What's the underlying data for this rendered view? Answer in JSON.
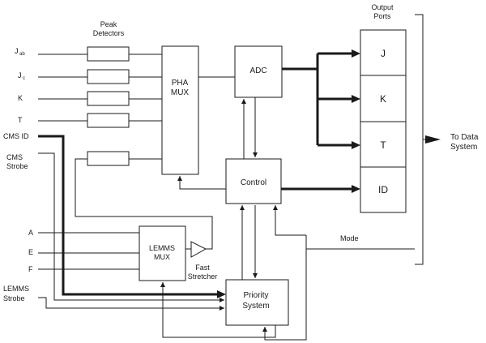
{
  "peak_detectors_label": [
    "Peak",
    "Detectors"
  ],
  "output_ports_label": [
    "Output",
    "Ports"
  ],
  "to_data_system": [
    "To Data",
    "System"
  ],
  "inputs": {
    "jab_main": "J",
    "jab_sub": "ab",
    "jc_main": "J",
    "jc_sub": "c",
    "k": "K",
    "t": "T",
    "cms_id": "CMS ID",
    "cms_strobe": [
      "CMS",
      "Strobe"
    ],
    "a": "A",
    "e": "E",
    "f": "F",
    "lemms_strobe": [
      "LEMMS",
      "Strobe"
    ]
  },
  "blocks": {
    "pha_mux": [
      "PHA",
      "MUX"
    ],
    "adc": "ADC",
    "control": "Control",
    "lemms_mux": [
      "LEMMS",
      "MUX"
    ],
    "priority_system": [
      "Priority",
      "System"
    ]
  },
  "fast_stretcher": [
    "Fast",
    "Stretcher"
  ],
  "mode": "Mode",
  "ports": [
    "J",
    "K",
    "T",
    "ID"
  ]
}
